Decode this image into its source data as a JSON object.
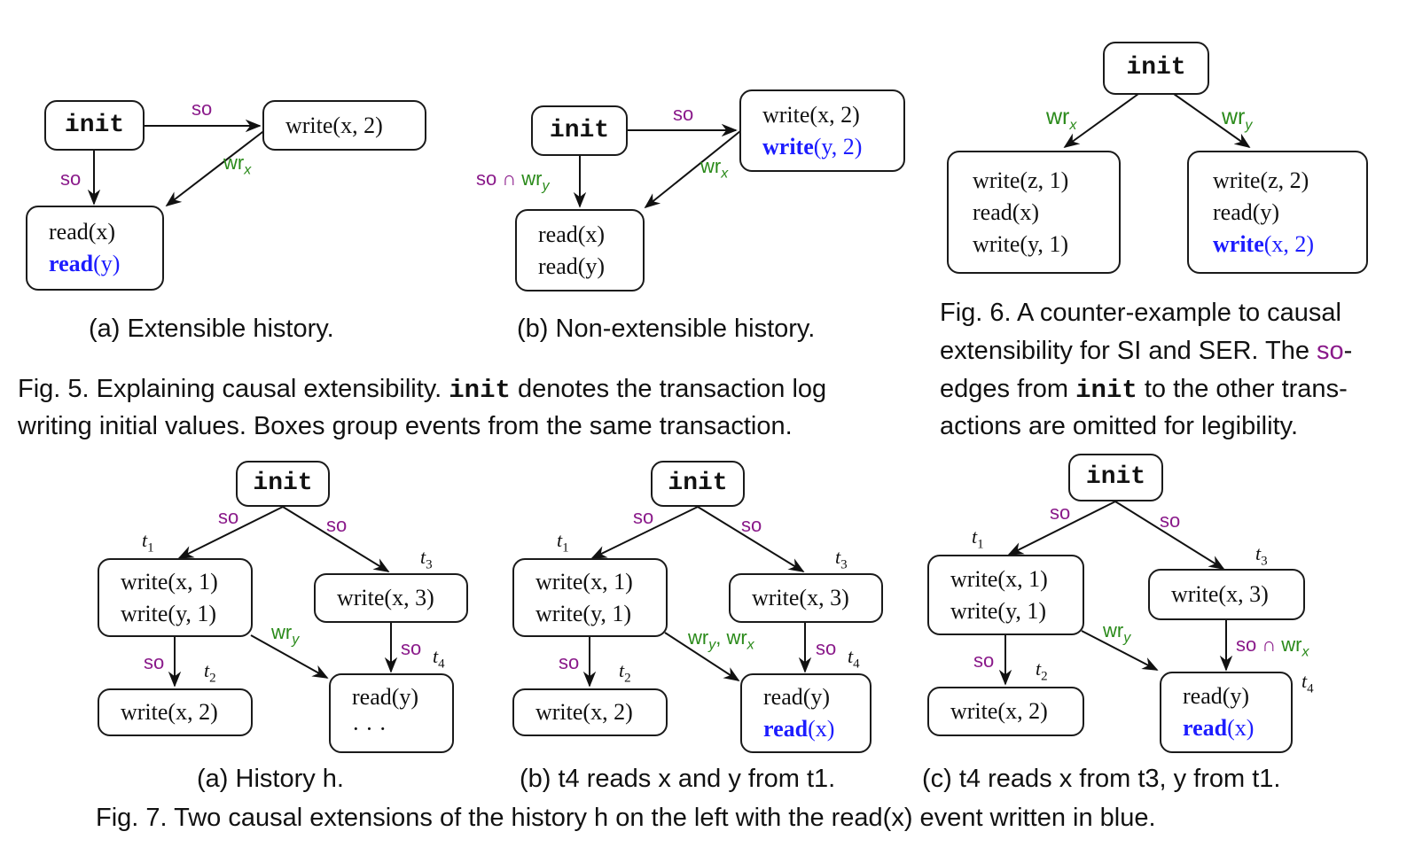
{
  "fig5": {
    "a": {
      "init": "init",
      "write_box": "write(x, 2)",
      "read_line1": "read(x)",
      "read_line2_kw": "read",
      "read_line2_arg": "(y)",
      "label_so_right": "so",
      "label_so_down": "so",
      "label_wr": "wr",
      "label_wr_sub": "x",
      "caption": "(a) Extensible history."
    },
    "b": {
      "init": "init",
      "write_line1": "write(x, 2)",
      "write_line2_kw": "write",
      "write_line2_arg": "(y, 2)",
      "read_line1": "read(x)",
      "read_line2": "read(y)",
      "label_so": "so",
      "label_so_cap": "so ∩ ",
      "label_wr_y": "wr",
      "label_wr_y_sub": "y",
      "label_wr_x": "wr",
      "label_wr_x_sub": "x",
      "caption": "(b) Non-extensible history."
    },
    "caption_prefix": "Fig. 5.  Explaining causal extensibility. ",
    "caption_init": "init",
    "caption_rest1": " denotes the transaction log",
    "caption_line2": "writing initial values. Boxes group events from the same transaction."
  },
  "fig6": {
    "init": "init",
    "left_line1": "write(z, 1)",
    "left_line2": "read(x)",
    "left_line3": "write(y, 1)",
    "right_line1": "write(z, 2)",
    "right_line2": "read(y)",
    "right_line3_kw": "write",
    "right_line3_arg": "(x, 2)",
    "label_wr_left": "wr",
    "label_wr_left_sub": "x",
    "label_wr_right": "wr",
    "label_wr_right_sub": "y",
    "caption_line1": "Fig. 6.  A counter-example to causal",
    "caption_line2_a": "extensibility for ",
    "caption_line2_si": "SI",
    "caption_line2_b": " and ",
    "caption_line2_ser": "SER",
    "caption_line2_c": ". The ",
    "caption_line2_so": "so",
    "caption_line2_d": "-",
    "caption_line3_a": "edges from ",
    "caption_line3_init": "init",
    "caption_line3_b": " to the other trans-",
    "caption_line4": "actions are omitted for legibility."
  },
  "fig7": {
    "a": {
      "init": "init",
      "t1_line1": "write(x, 1)",
      "t1_line2": "write(y, 1)",
      "t2": "write(x, 2)",
      "t3": "write(x, 3)",
      "t4_line1": "read(y)",
      "t4_line2": "· · ·",
      "lbl_so1": "so",
      "lbl_so2": "so",
      "lbl_so3": "so",
      "lbl_so4": "so",
      "lbl_wr": "wr",
      "lbl_wr_sub": "y",
      "t1": "t",
      "t1s": "1",
      "t2l": "t",
      "t2s": "2",
      "t3l": "t",
      "t3s": "3",
      "t4l": "t",
      "t4s": "4",
      "caption": "(a) History h."
    },
    "b": {
      "init": "init",
      "t1_line1": "write(x, 1)",
      "t1_line2": "write(y, 1)",
      "t2": "write(x, 2)",
      "t3": "write(x, 3)",
      "t4_line1": "read(y)",
      "t4_line2_kw": "read",
      "t4_line2_arg": "(x)",
      "lbl_so1": "so",
      "lbl_so2": "so",
      "lbl_so3": "so",
      "lbl_so4": "so",
      "lbl_wr": "wr",
      "lbl_wr_sub": "y",
      "lbl_wr2": "wr",
      "lbl_wr2_sub": "x",
      "t1": "t",
      "t1s": "1",
      "t2l": "t",
      "t2s": "2",
      "t3l": "t",
      "t3s": "3",
      "t4l": "t",
      "t4s": "4",
      "caption": "(b) t4 reads x and y from t1."
    },
    "c": {
      "init": "init",
      "t1_line1": "write(x, 1)",
      "t1_line2": "write(y, 1)",
      "t2": "write(x, 2)",
      "t3": "write(x, 3)",
      "t4_line1": "read(y)",
      "t4_line2_kw": "read",
      "t4_line2_arg": "(x)",
      "lbl_so1": "so",
      "lbl_so2": "so",
      "lbl_so3": "so",
      "lbl_so_cap": "so ∩ ",
      "lbl_wrx": "wr",
      "lbl_wrx_sub": "x",
      "lbl_wr": "wr",
      "lbl_wr_sub": "y",
      "t1": "t",
      "t1s": "1",
      "t2l": "t",
      "t2s": "2",
      "t3l": "t",
      "t3s": "3",
      "t4l": "t",
      "t4s": "4",
      "caption": "(c) t4 reads x from t3, y from t1."
    },
    "caption": "Fig. 7.  Two causal extensions of the history h on the left with the read(x) event written in blue."
  },
  "colors": {
    "so": "#8a1a8a",
    "wr": "#2a8a1a",
    "highlight": "#1c1cff"
  }
}
